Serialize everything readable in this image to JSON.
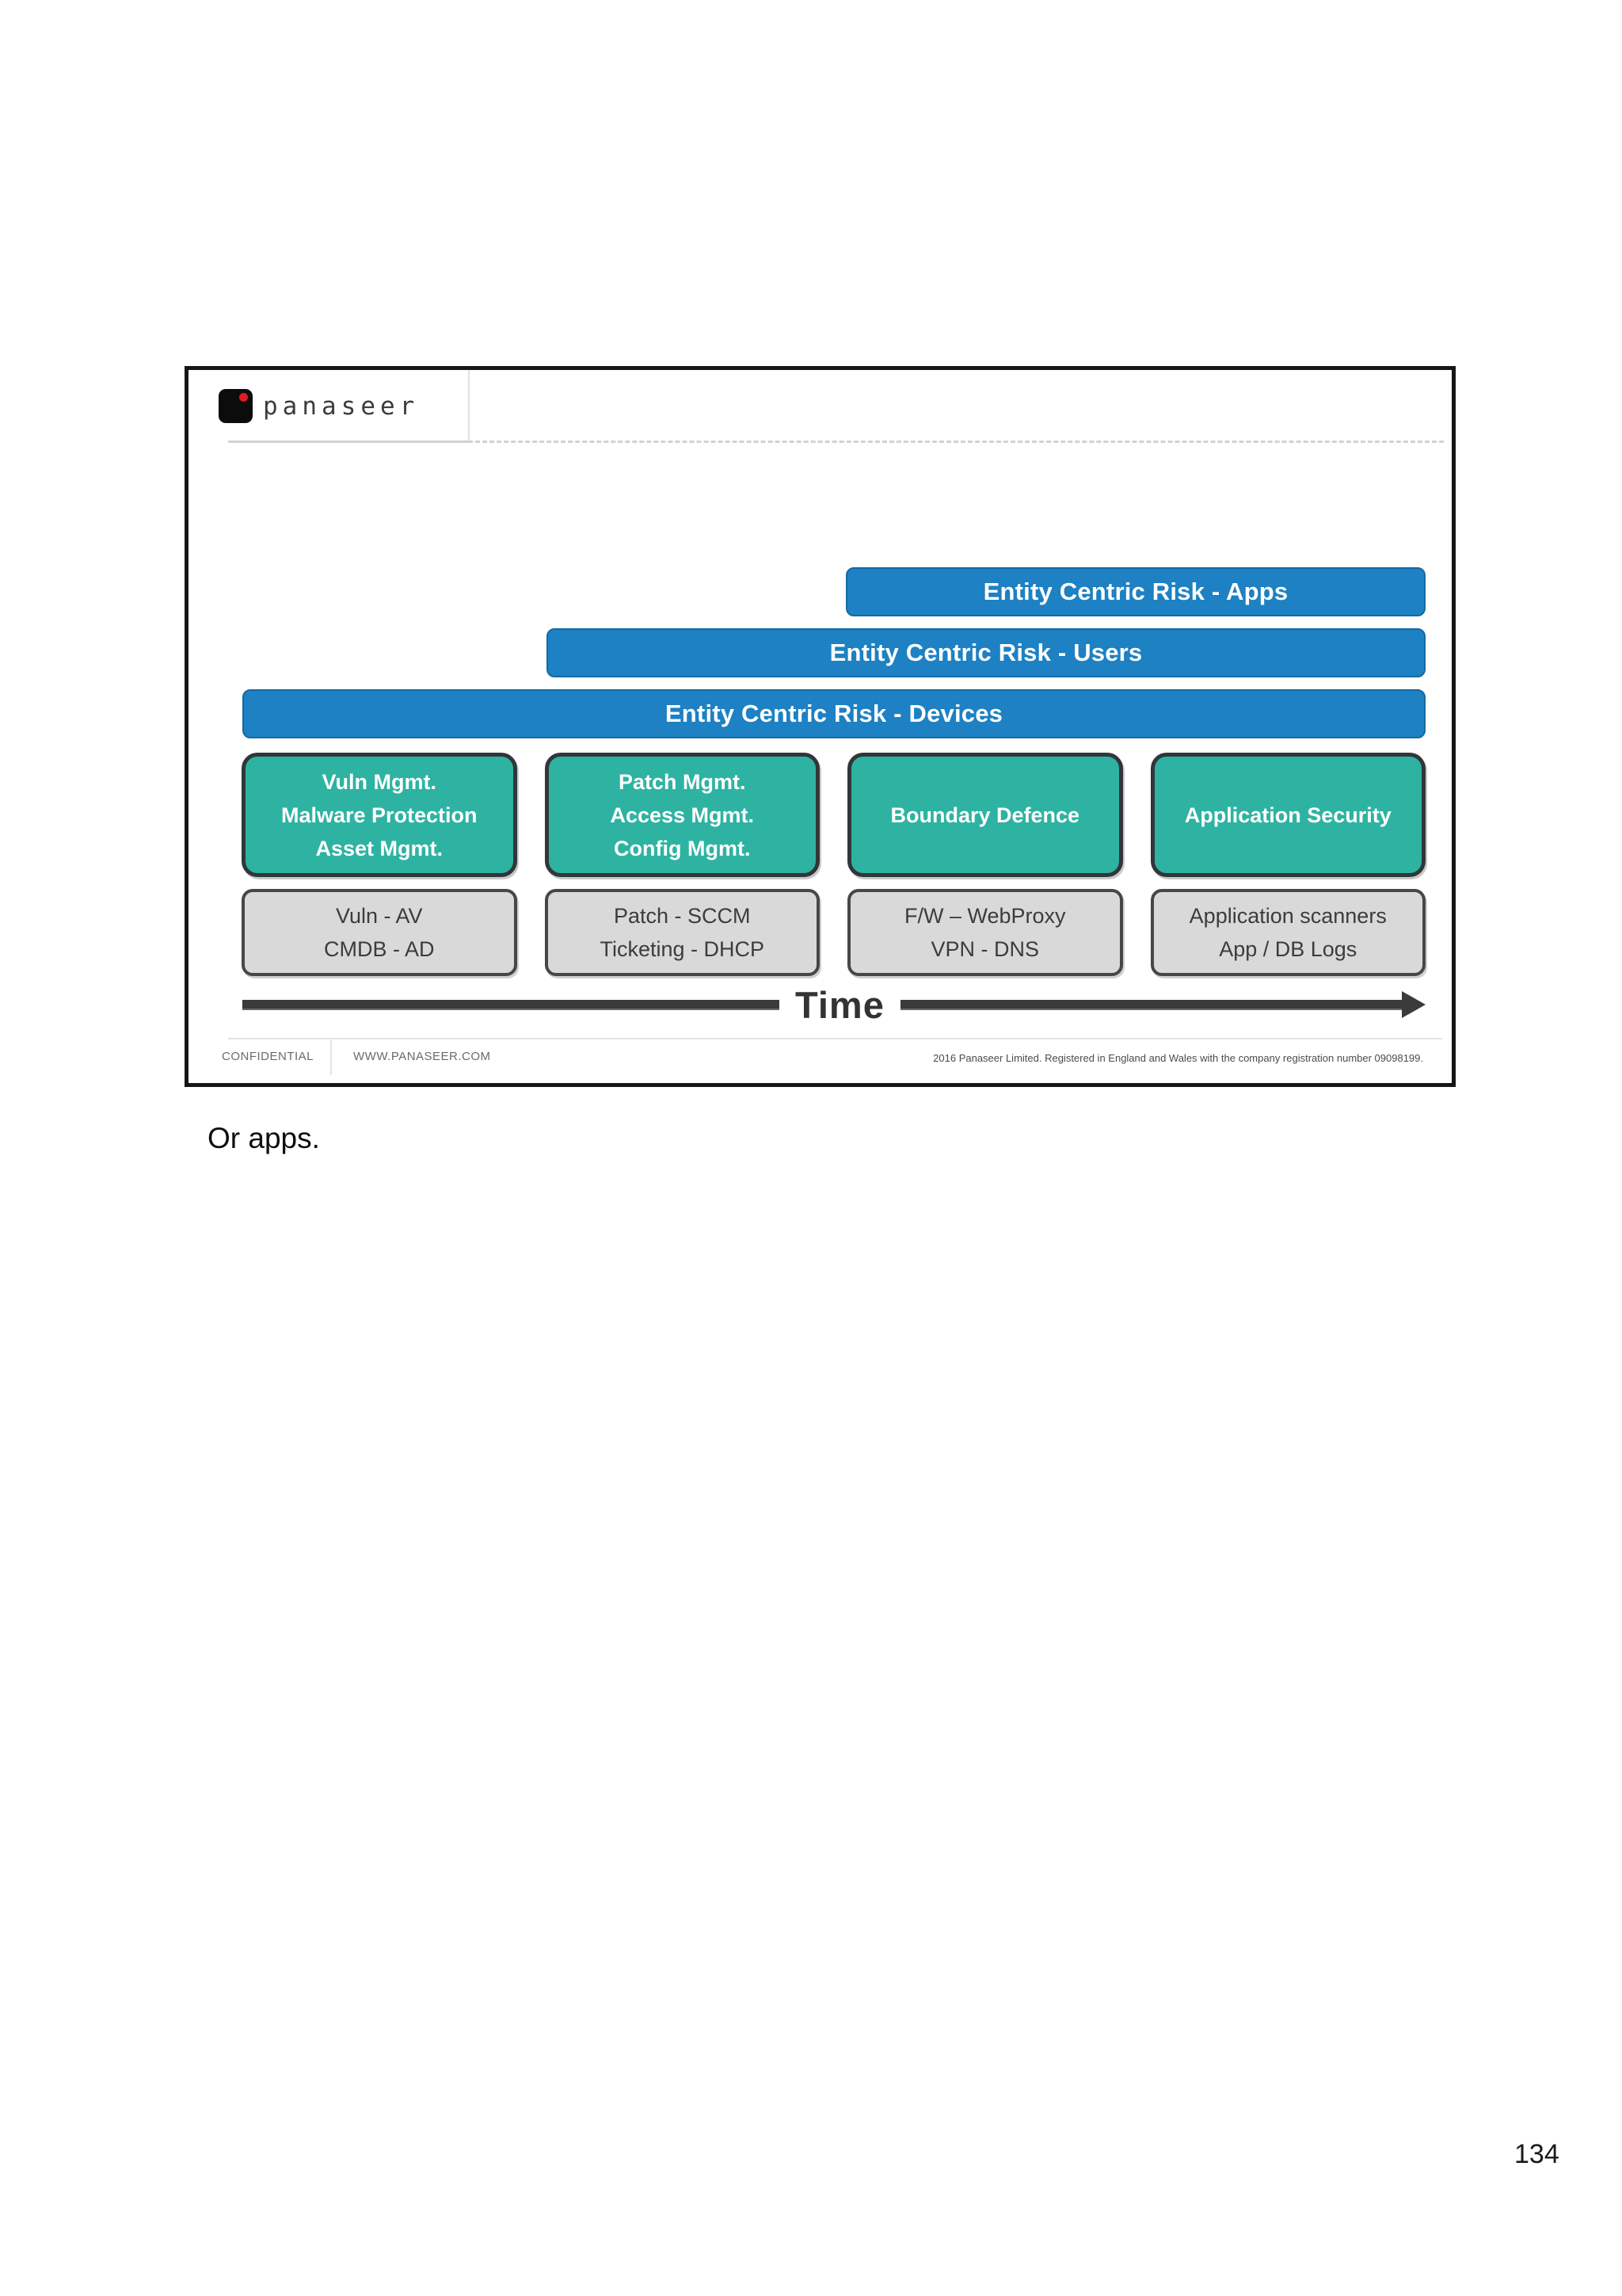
{
  "page": {
    "caption": "Or apps.",
    "page_number": "134"
  },
  "slide": {
    "logo": {
      "brand": "panaseer"
    },
    "bars": [
      {
        "label": "Entity Centric Risk - Apps"
      },
      {
        "label": "Entity Centric Risk - Users"
      },
      {
        "label": "Entity Centric Risk - Devices"
      }
    ],
    "capability_boxes": [
      {
        "lines": [
          "Vuln Mgmt.",
          "Malware Protection",
          "Asset Mgmt."
        ]
      },
      {
        "lines": [
          "Patch Mgmt.",
          "Access Mgmt.",
          "Config Mgmt."
        ]
      },
      {
        "lines": [
          "Boundary Defence"
        ]
      },
      {
        "lines": [
          "Application Security"
        ]
      }
    ],
    "source_boxes": [
      {
        "lines": [
          "Vuln - AV",
          "CMDB - AD"
        ]
      },
      {
        "lines": [
          "Patch - SCCM",
          "Ticketing - DHCP"
        ]
      },
      {
        "lines": [
          "F/W – WebProxy",
          "VPN - DNS"
        ]
      },
      {
        "lines": [
          "Application scanners",
          "App /  DB Logs"
        ]
      }
    ],
    "timeline": {
      "label": "Time"
    },
    "footer": {
      "confidential": "CONFIDENTIAL",
      "website": "WWW.PANASEER.COM",
      "legal": "2016 Panaseer Limited. Registered in England and Wales with the company registration number 09098199."
    }
  },
  "colors": {
    "bar_blue": "#1d81c3",
    "teal_fill": "#2eb3a2",
    "source_fill": "#d9d9d9",
    "ink_dark": "#3b3b3b",
    "logo_red": "#e01b24"
  }
}
